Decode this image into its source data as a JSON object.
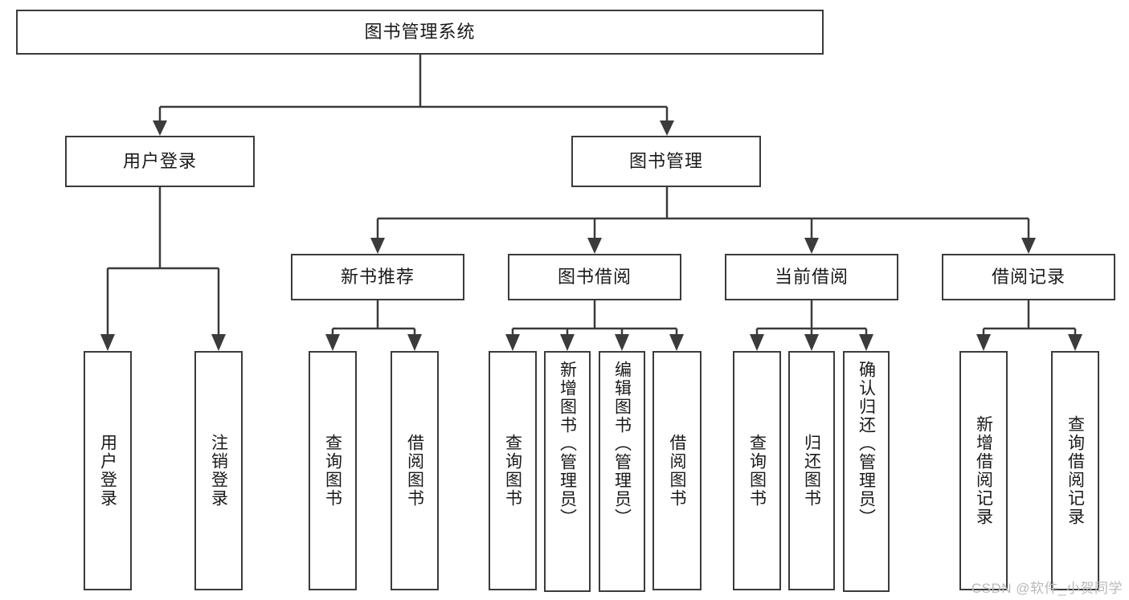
{
  "diagram": {
    "title": "图书管理系统",
    "type": "tree",
    "levels": 4,
    "colors": {
      "stroke": "#3b3b3b",
      "fill": "#ffffff",
      "text": "#1a1a1a",
      "watermark": "#b9b9b9"
    },
    "root": {
      "id": "root",
      "label": "图书管理系统"
    },
    "level2": [
      {
        "id": "user-login",
        "label": "用户登录"
      },
      {
        "id": "book-manage",
        "label": "图书管理"
      }
    ],
    "level3": [
      {
        "id": "new-book-rec",
        "label": "新书推荐",
        "parent": "book-manage"
      },
      {
        "id": "book-borrow",
        "label": "图书借阅",
        "parent": "book-manage"
      },
      {
        "id": "current-borrow",
        "label": "当前借阅",
        "parent": "book-manage"
      },
      {
        "id": "borrow-record",
        "label": "借阅记录",
        "parent": "book-manage"
      }
    ],
    "leaves": {
      "user-login": [
        {
          "id": "leaf-user-login",
          "label": "用户登录"
        },
        {
          "id": "leaf-user-logout",
          "label": "注销登录"
        }
      ],
      "new-book-rec": [
        {
          "id": "leaf-query-book-1",
          "label": "查询图书"
        },
        {
          "id": "leaf-borrow-book-1",
          "label": "借阅图书"
        }
      ],
      "book-borrow": [
        {
          "id": "leaf-query-book-2",
          "label": "查询图书"
        },
        {
          "id": "leaf-add-book-admin",
          "label": "新增图书（管理员）"
        },
        {
          "id": "leaf-edit-book-admin",
          "label": "编辑图书（管理员）"
        },
        {
          "id": "leaf-borrow-book-2",
          "label": "借阅图书"
        }
      ],
      "current-borrow": [
        {
          "id": "leaf-query-book-3",
          "label": "查询图书"
        },
        {
          "id": "leaf-return-book",
          "label": "归还图书"
        },
        {
          "id": "leaf-confirm-return-admin",
          "label": "确认归还（管理员）"
        }
      ],
      "borrow-record": [
        {
          "id": "leaf-add-borrow-record",
          "label": "新增借阅记录"
        },
        {
          "id": "leaf-query-borrow-record",
          "label": "查询借阅记录"
        }
      ]
    }
  },
  "watermark": {
    "text": "CSDN @软件_小贺同学"
  }
}
